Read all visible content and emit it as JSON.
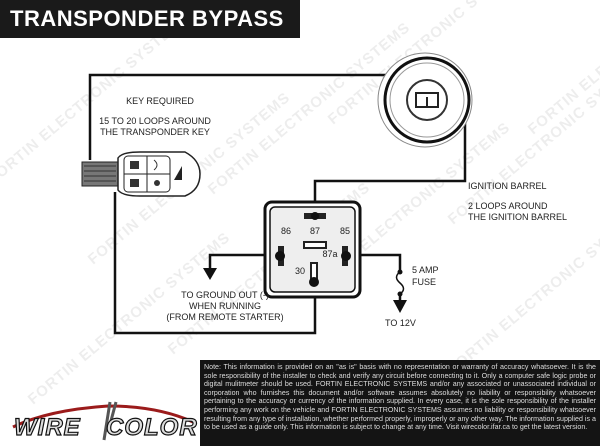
{
  "title": "TRANSPONDER BYPASS",
  "watermark": "FORTIN ELECTRONIC SYSTEMS",
  "labels": {
    "key_required": "KEY REQUIRED",
    "loops_key_1": "15 TO 20 LOOPS AROUND",
    "loops_key_2": "THE TRANSPONDER KEY",
    "ignition_barrel": "IGNITION BARREL",
    "loops_barrel_1": "2 LOOPS AROUND",
    "loops_barrel_2": "THE IGNITION BARREL",
    "ground_1": "TO GROUND OUT (-)",
    "ground_2": "WHEN RUNNING",
    "ground_3": "(FROM REMOTE STARTER)",
    "fuse_1": "5 AMP",
    "fuse_2": "FUSE",
    "to_12v": "TO 12V"
  },
  "relay_pins": {
    "p87": "87",
    "p86": "86",
    "p85": "85",
    "p87a": "87a",
    "p30": "30"
  },
  "note": "Note: This information is provided on an \"as is\" basis with no representation or warranty of accuracy whatsoever. It is the sole responsibility of the installer to check and verify any circuit before connecting to it. Only a computer safe logic probe or digital mulitmeter should be used. FORTIN ELECTRONIC SYSTEMS and/or any associated or unassociated individual or corporation who furnishes this document and/or software assumes absolutely no liability or responsibility whatsoever pertaining to the accuracy or currency of the information supplied. In every case, it is the sole responsibility of the installer performing any work on the vehicle and FORTIN ELECTRONIC SYSTEMS assumes no liability or responsibility whatsoever resulting from any type of installation, whether performed properly, improperly or any other way. The information supplied is a to be used as a guide only. This information is subject to change at any time. Visit wirecolor.ifar.ca to get the latest version.",
  "logo": {
    "part1": "WIRE",
    "part2": "COLOR"
  }
}
